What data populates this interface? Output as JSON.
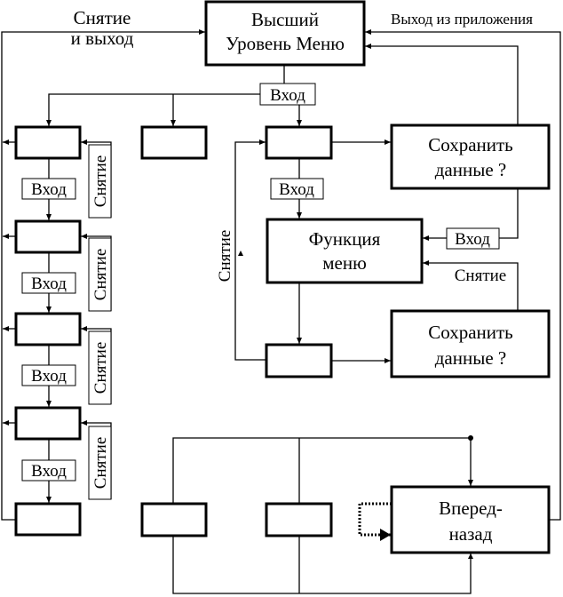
{
  "top_box": {
    "line1": "Высший",
    "line2": "Уровень Меню"
  },
  "labels": {
    "exit_left_1": "Снятие",
    "exit_left_2": "и выход",
    "exit_app": "Выход из приложения",
    "enter": "Вход",
    "cancel": "Снятие"
  },
  "function_box": {
    "line1": "Функция",
    "line2": "меню"
  },
  "save_box": {
    "line1": "Сохранить",
    "line2": "данные ?"
  },
  "nav_box": {
    "line1": "Вперед-",
    "line2": "назад"
  },
  "colors": {
    "line": "#000000",
    "background": "#ffffff"
  }
}
